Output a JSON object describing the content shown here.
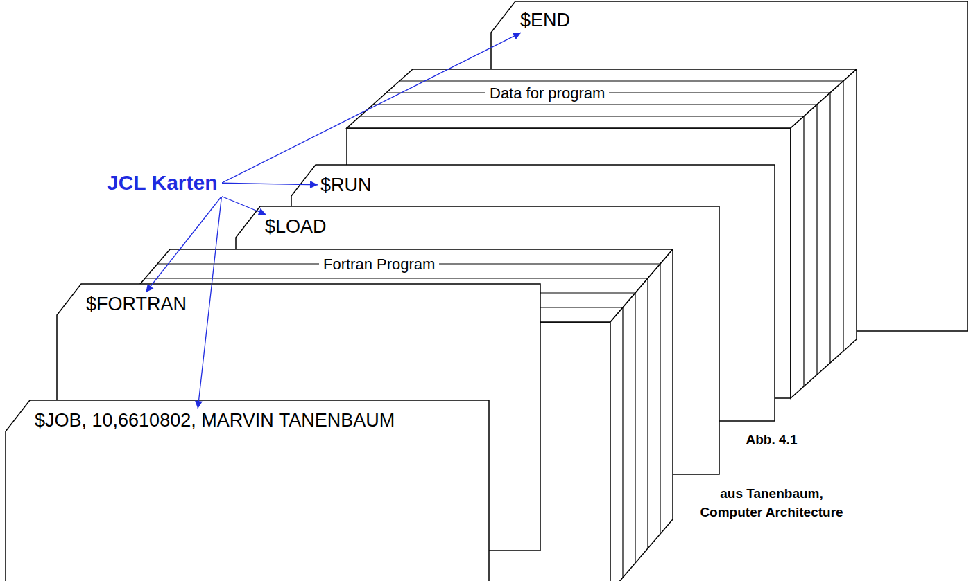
{
  "diagram": {
    "nodes": [
      {
        "text": [
          "$JOB, 10,6610802, MARVIN TANENBAUM"
        ]
      },
      {
        "text": [
          "$FORTRAN"
        ]
      },
      {
        "text": [
          "Fortran Program"
        ]
      },
      {
        "text": [
          "$LOAD"
        ]
      },
      {
        "text": [
          "$RUN"
        ]
      },
      {
        "text": [
          "Data for program"
        ]
      },
      {
        "text": [
          "$END"
        ]
      },
      {
        "text": [
          "JCL Karten"
        ]
      }
    ],
    "edges": [
      {
        "from": 7,
        "to": 0,
        "arrow": "to"
      },
      {
        "from": 7,
        "to": 1,
        "arrow": "to"
      },
      {
        "from": 7,
        "to": 3,
        "arrow": "to"
      },
      {
        "from": 7,
        "to": 4,
        "arrow": "to"
      },
      {
        "from": 7,
        "to": 6,
        "arrow": "to"
      }
    ],
    "labels": [
      "Abb. 4.1",
      "aus Tanenbaum, Computer Architecture"
    ]
  }
}
